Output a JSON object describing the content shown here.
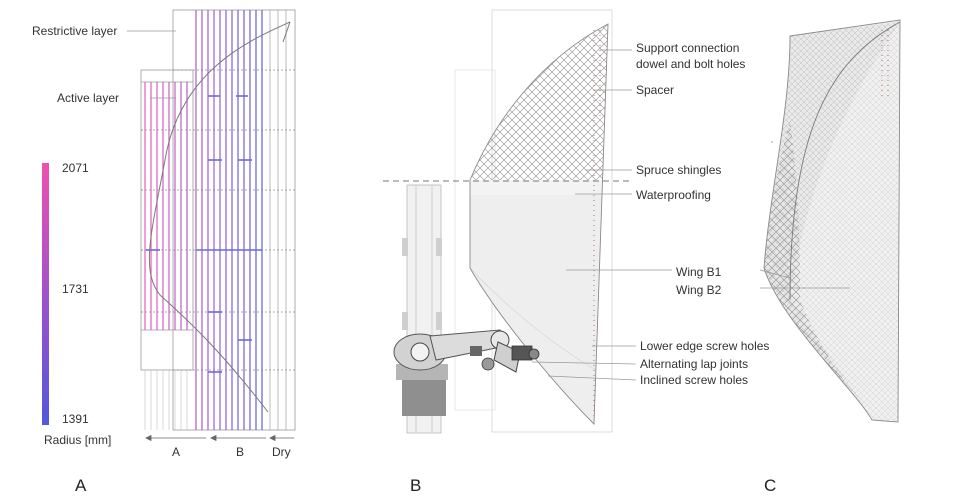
{
  "panel_a": {
    "letter": "A",
    "labels": {
      "restrictive": "Restrictive layer",
      "active": "Active layer"
    },
    "colorbar": {
      "max": "2071",
      "mid": "1731",
      "min": "1391",
      "title": "Radius [mm]",
      "color_top": "#e84fb6",
      "color_bottom": "#5a58d8"
    },
    "zones": {
      "a": "A",
      "b": "B",
      "dry": "Dry"
    }
  },
  "panel_b": {
    "letter": "B",
    "labels": {
      "support_1": "Support connection",
      "support_2": "dowel and bolt holes",
      "spacer": "Spacer",
      "shingles": "Spruce shingles",
      "waterproofing": "Waterproofing",
      "wing_b1": "Wing B1",
      "wing_b2": "Wing B2",
      "lower_edge": "Lower edge screw holes",
      "lap_joints": "Alternating lap joints",
      "inclined": "Inclined screw holes"
    }
  },
  "panel_c": {
    "letter": "C"
  },
  "colors": {
    "line": "#9a9a9a",
    "pink": "#e060c0",
    "violet": "#7a5ad0",
    "blue": "#5a58d8"
  },
  "icons": [
    "robot-arm-icon"
  ]
}
